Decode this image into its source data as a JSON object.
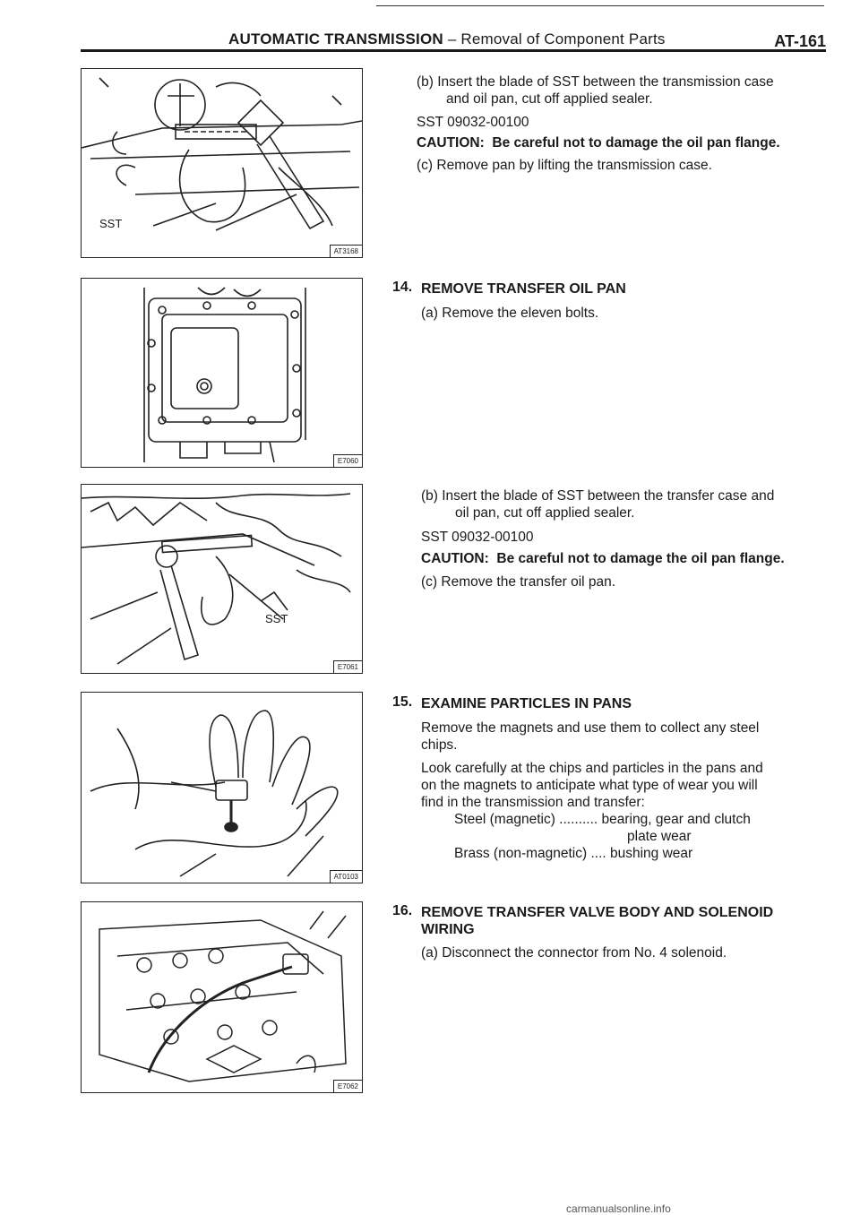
{
  "header": {
    "title_bold": "AUTOMATIC TRANSMISSION",
    "title_rest": " – Removal of Component Parts",
    "page": "AT-161"
  },
  "figures": [
    {
      "code": "AT3168",
      "label": "SST",
      "icon": "hammer-sst-oil-pan-illustration"
    },
    {
      "code": "E7060",
      "label": "",
      "icon": "transfer-oil-pan-bolts-illustration"
    },
    {
      "code": "E7061",
      "label": "SST",
      "icon": "transfer-pan-sst-illustration"
    },
    {
      "code": "AT0103",
      "label": "",
      "icon": "hand-magnet-illustration"
    },
    {
      "code": "E7062",
      "label": "",
      "icon": "valve-body-wiring-illustration"
    }
  ],
  "step13": {
    "b": "(b)  Insert the blade of SST between the transmission case",
    "b2": "and oil pan, cut off applied sealer.",
    "sst": "SST 09032-00100",
    "caution_label": "CAUTION:",
    "caution_text": "Be careful not to damage the oil pan flange.",
    "c": "(c)  Remove pan by lifting the transmission case."
  },
  "step14": {
    "num": "14.",
    "heading": "REMOVE TRANSFER OIL PAN",
    "a": "(a)  Remove the eleven bolts.",
    "b": "(b)  Insert the blade of SST between the transfer case and",
    "b2": "oil pan, cut off applied sealer.",
    "sst": "SST 09032-00100",
    "caution_label": "CAUTION:",
    "caution_text": "Be careful not to damage the oil pan flange.",
    "c": "(c)  Remove the transfer oil pan."
  },
  "step15": {
    "num": "15.",
    "heading": "EXAMINE PARTICLES IN PANS",
    "p1": "Remove the magnets and use them to collect any steel",
    "p1b": "chips.",
    "p2": "Look carefully at the chips and particles in the pans and",
    "p2b": "on the magnets to anticipate what type of wear you will",
    "p2c": "find in the transmission and transfer:",
    "l1": "Steel (magnetic) .......... bearing, gear and clutch",
    "l1b": "plate wear",
    "l2": "Brass (non-magnetic) .... bushing wear"
  },
  "step16": {
    "num": "16.",
    "heading": "REMOVE TRANSFER VALVE BODY AND SOLENOID",
    "heading2": "WIRING",
    "a": "(a)  Disconnect the connector from No. 4 solenoid."
  },
  "footer": "carmanualsonline.info"
}
